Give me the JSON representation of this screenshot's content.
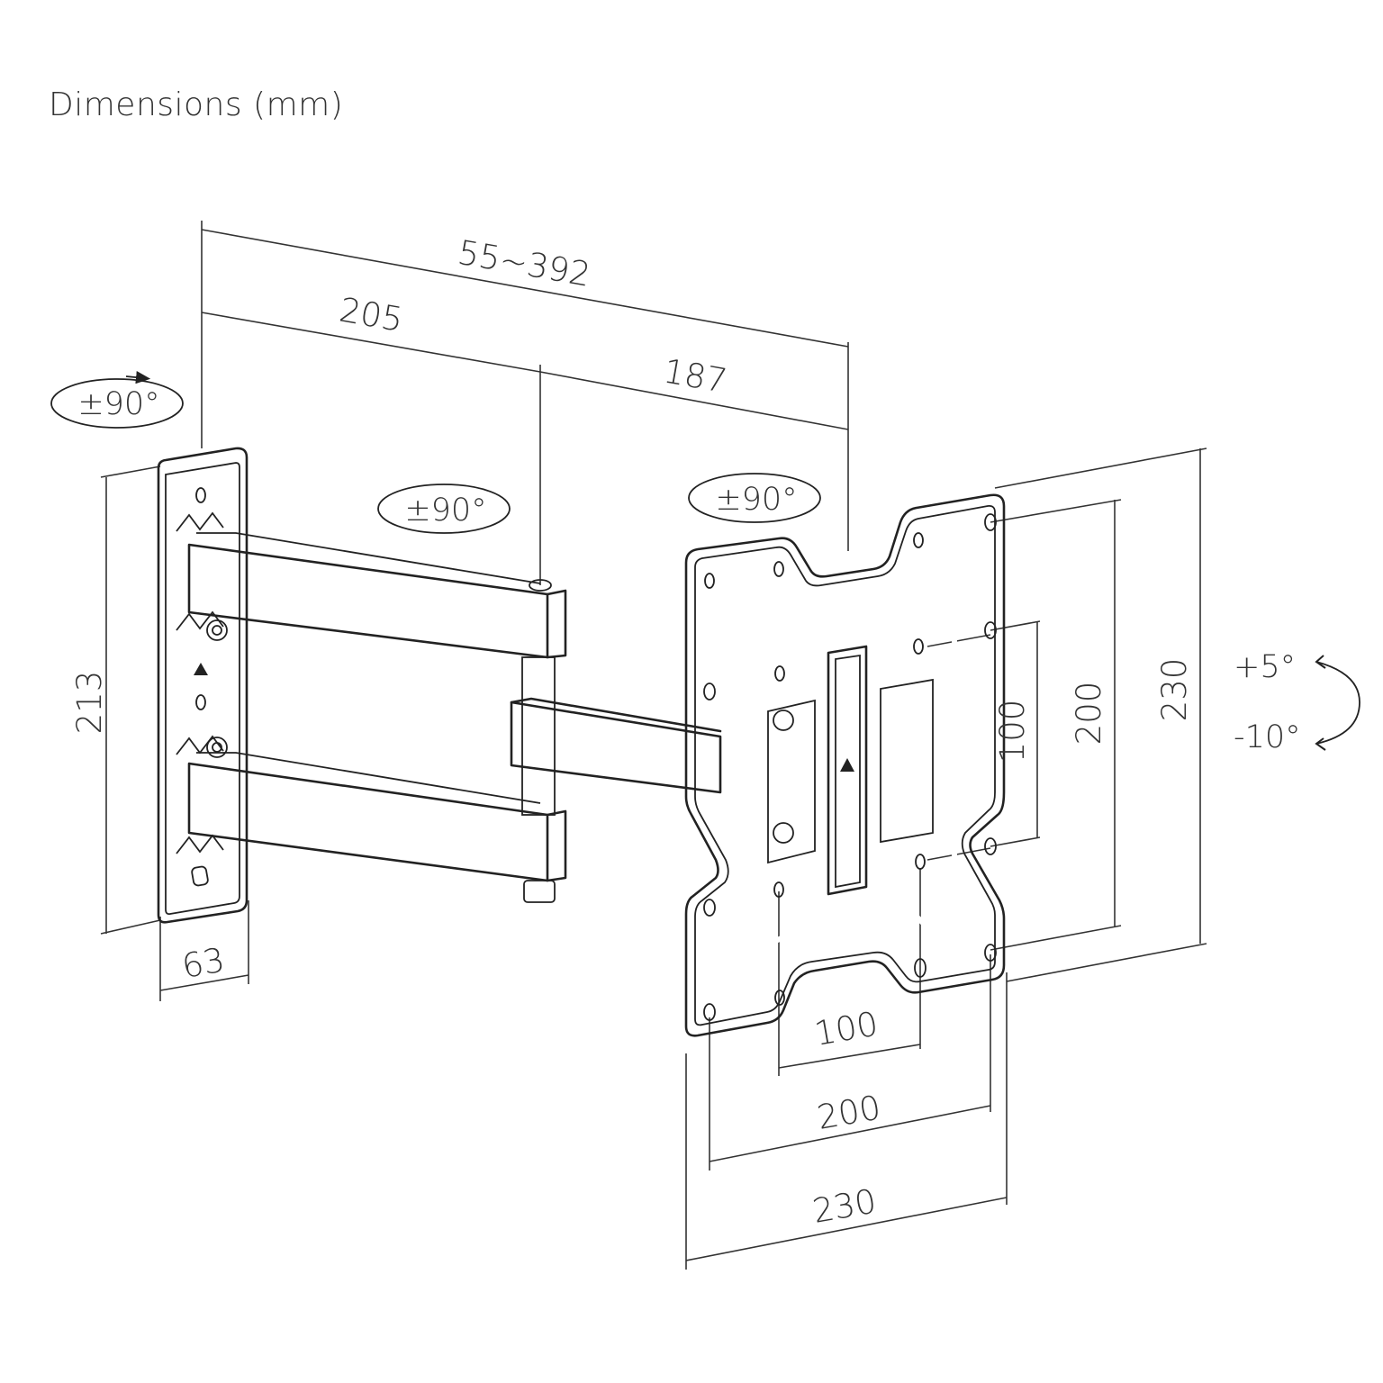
{
  "title": "Dimensions (mm)",
  "dimensions": {
    "arm_extension": "55~392",
    "arm_first": "205",
    "arm_second": "187",
    "wall_plate_height": "213",
    "wall_plate_width": "63",
    "vesa_inner_horizontal": "100",
    "vesa_outer_horizontal": "200",
    "plate_width": "230",
    "vesa_inner_vertical": "100",
    "vesa_outer_vertical": "200",
    "plate_height": "230"
  },
  "rotations": {
    "wall_swivel": "±90°",
    "elbow_swivel": "±90°",
    "head_swivel": "±90°",
    "tilt_up": "+5°",
    "tilt_down": "-10°"
  }
}
